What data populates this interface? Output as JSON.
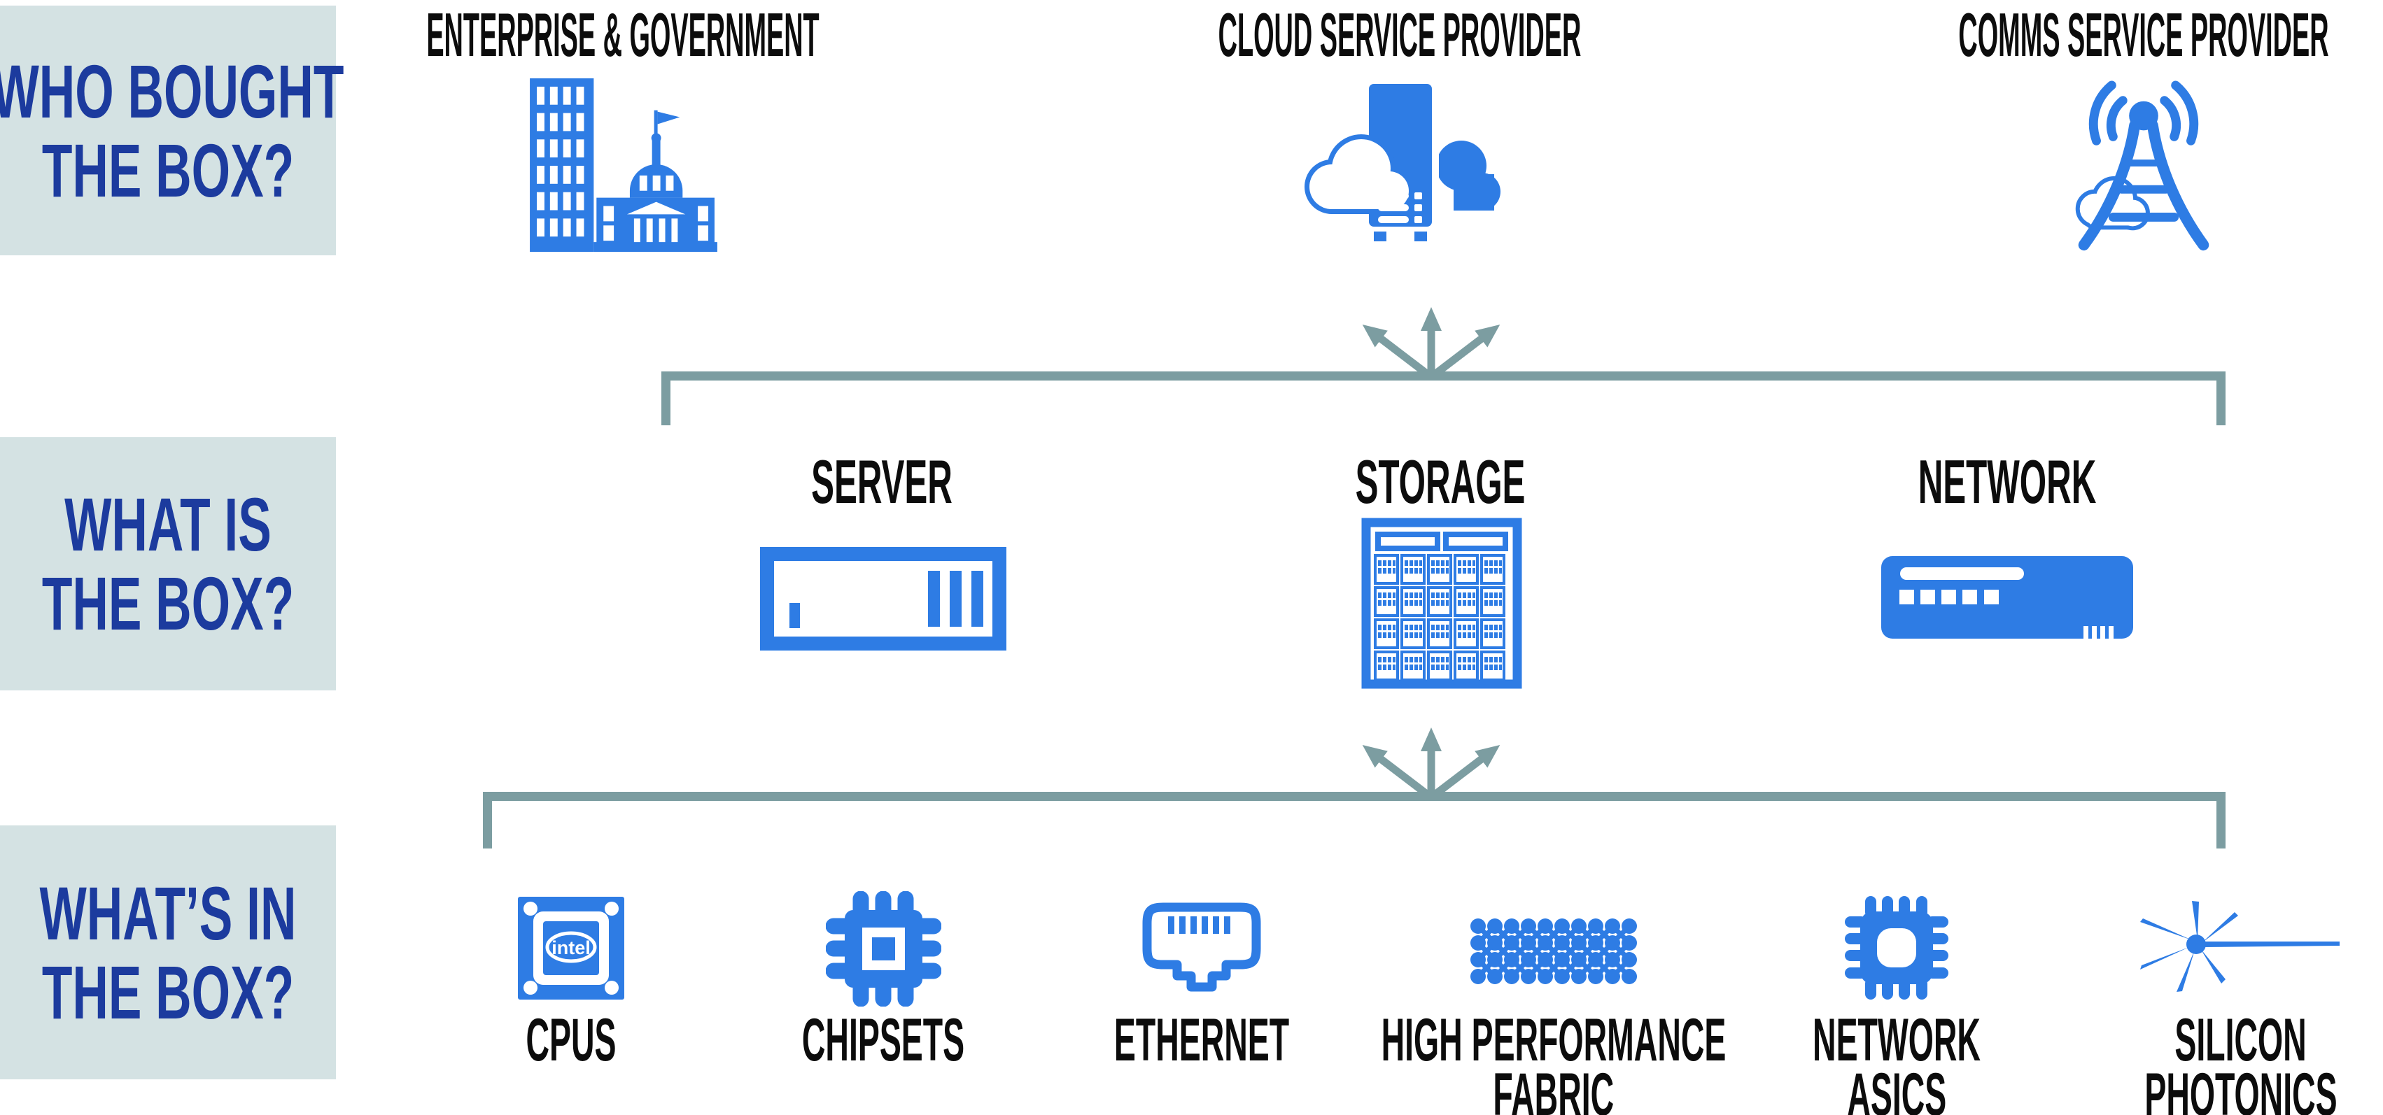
{
  "palette": {
    "icon_blue": "#2e7ce4",
    "question_navy": "#1c3b9e",
    "question_bg": "#d4e2e3",
    "connector_gray": "#7c9da1",
    "label_black": "#0c0c0c"
  },
  "rows": {
    "who_bought": {
      "question_line1": "WHO BOUGHT",
      "question_line2": "THE BOX?",
      "items": [
        {
          "label": "ENTERPRISE & GOVERNMENT",
          "icon": "enterprise-government-buildings"
        },
        {
          "label": "CLOUD SERVICE PROVIDER",
          "icon": "cloud-server-tower"
        },
        {
          "label": "COMMS SERVICE PROVIDER",
          "icon": "radio-tower"
        }
      ]
    },
    "what_is": {
      "question_line1": "WHAT IS",
      "question_line2": "THE BOX?",
      "items": [
        {
          "label": "SERVER",
          "icon": "server-chassis"
        },
        {
          "label": "STORAGE",
          "icon": "storage-array"
        },
        {
          "label": "NETWORK",
          "icon": "network-switch"
        }
      ]
    },
    "whats_in": {
      "question_line1": "WHAT’S IN",
      "question_line2": "THE BOX?",
      "items": [
        {
          "line1": "CPUS",
          "line2": "",
          "icon": "cpu-chip"
        },
        {
          "line1": "CHIPSETS",
          "line2": "",
          "icon": "chipset-chip"
        },
        {
          "line1": "ETHERNET",
          "line2": "",
          "icon": "ethernet-port"
        },
        {
          "line1": "HIGH PERFORMANCE",
          "line2": "FABRIC",
          "icon": "fabric-mesh"
        },
        {
          "line1": "NETWORK",
          "line2": "ASICS",
          "icon": "network-asic-chip"
        },
        {
          "line1": "SILICON",
          "line2": "PHOTONICS",
          "icon": "laser-starburst"
        }
      ]
    }
  },
  "icons": {
    "cpu_badge_text": "intel"
  }
}
